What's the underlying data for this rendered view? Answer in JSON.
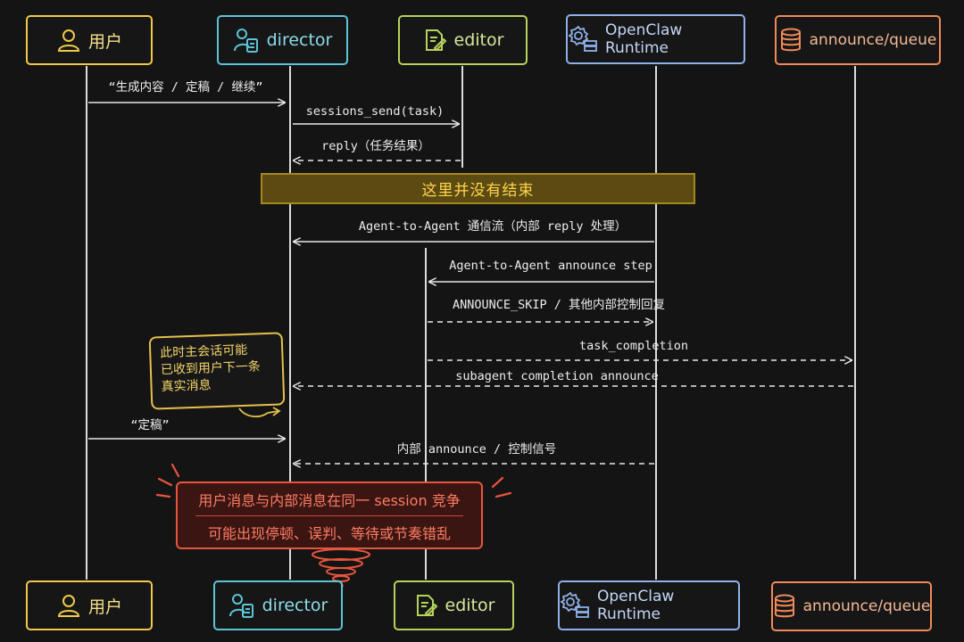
{
  "actors": {
    "user": {
      "label": "用户",
      "icon": "user-icon",
      "color": "#f0c94a"
    },
    "director": {
      "label": "director",
      "icon": "director-icon",
      "color": "#5cc4d6"
    },
    "editor": {
      "label": "editor",
      "icon": "editor-icon",
      "color": "#b5d35a"
    },
    "runtime": {
      "label": "OpenClaw Runtime",
      "icon": "gear-server-icon",
      "color": "#8fb1e8"
    },
    "queue": {
      "label": "announce/queue",
      "icon": "database-icon",
      "color": "#f08a5a"
    }
  },
  "messages": {
    "m1": "“生成内容 / 定稿 / 继续”",
    "m2": "sessions_send(task)",
    "m3": "reply（任务结果）",
    "m4": "Agent-to-Agent 通信流（内部 reply 处理）",
    "m5": "Agent-to-Agent announce step",
    "m6": "ANNOUNCE_SKIP / 其他内部控制回复",
    "m7": "task_completion",
    "m8": "subagent completion announce",
    "m9": "“定稿”",
    "m10": "内部 announce / 控制信号"
  },
  "banner": "这里并没有结束",
  "note": {
    "lines": [
      "此时主会话可能",
      "已收到用户下一条",
      "真实消息"
    ]
  },
  "warning": {
    "line1": "用户消息与内部消息在同一 session 竞争",
    "line2": "可能出现停顿、误判、等待或节奏错乱"
  },
  "colors": {
    "background": "#141414",
    "line": "#e0e0e0",
    "note": "#e6c04a",
    "warning": "#e8553e",
    "banner": "#ffd54a"
  }
}
